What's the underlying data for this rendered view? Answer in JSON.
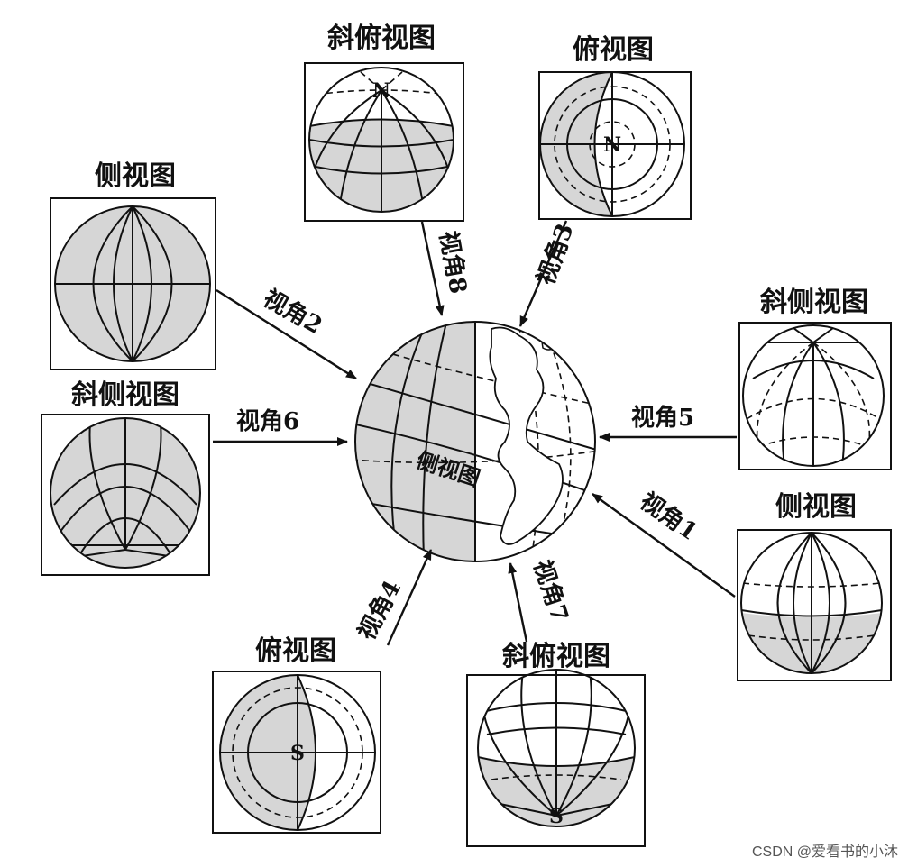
{
  "globe": {
    "label": "侧视图"
  },
  "panels": [
    {
      "id": "top-oblique",
      "title": "斜俯视图",
      "pole": "N"
    },
    {
      "id": "top",
      "title": "俯视图",
      "pole": "N"
    },
    {
      "id": "left-side",
      "title": "侧视图"
    },
    {
      "id": "left-oblique-side",
      "title": "斜侧视图"
    },
    {
      "id": "right-oblique-side",
      "title": "斜侧视图"
    },
    {
      "id": "right-side",
      "title": "侧视图"
    },
    {
      "id": "bottom-top",
      "title": "俯视图",
      "pole": "S"
    },
    {
      "id": "bottom-oblique",
      "title": "斜俯视图",
      "pole": "S"
    }
  ],
  "arrows": [
    {
      "label": "视角8"
    },
    {
      "label": "视角3"
    },
    {
      "label": "视角2"
    },
    {
      "label": "视角6"
    },
    {
      "label": "视角5"
    },
    {
      "label": "视角1"
    },
    {
      "label": "视角4"
    },
    {
      "label": "视角7"
    }
  ],
  "watermark": "CSDN @爱看书的小沐"
}
